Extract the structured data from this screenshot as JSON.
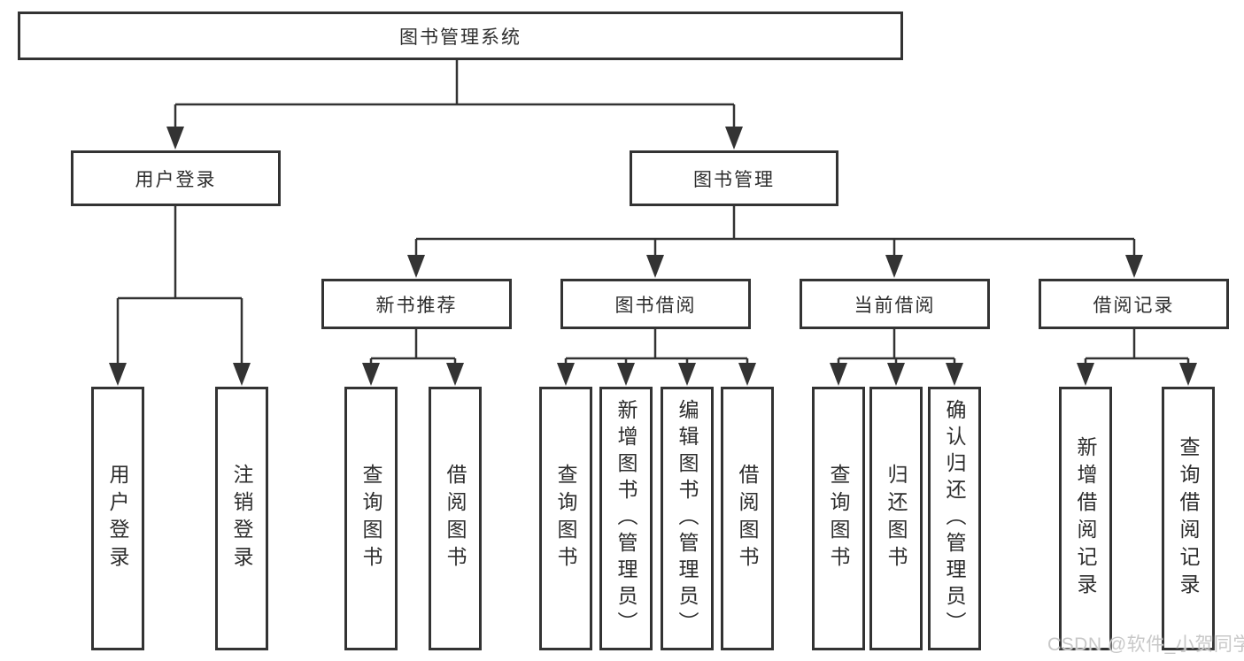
{
  "hierarchy": {
    "label": "图书管理系统",
    "children": [
      {
        "label": "用户登录",
        "children": [
          {
            "label": "用户登录"
          },
          {
            "label": "注销登录"
          }
        ]
      },
      {
        "label": "图书管理",
        "children": [
          {
            "label": "新书推荐",
            "children": [
              {
                "label": "查询图书"
              },
              {
                "label": "借阅图书"
              }
            ]
          },
          {
            "label": "图书借阅",
            "children": [
              {
                "label": "查询图书"
              },
              {
                "label": "新增图书（管理员）"
              },
              {
                "label": "编辑图书（管理员）"
              },
              {
                "label": "借阅图书"
              }
            ]
          },
          {
            "label": "当前借阅",
            "children": [
              {
                "label": "查询图书"
              },
              {
                "label": "归还图书"
              },
              {
                "label": "确认归还（管理员）"
              }
            ]
          },
          {
            "label": "借阅记录",
            "children": [
              {
                "label": "新增借阅记录"
              },
              {
                "label": "查询借阅记录"
              }
            ]
          }
        ]
      }
    ]
  },
  "watermark": {
    "text": "CSDN @软件_小贺同学"
  },
  "colors": {
    "line": "#333333",
    "text": "#2d2d2d",
    "background": "#ffffff",
    "watermark": "#c8c8c8"
  }
}
